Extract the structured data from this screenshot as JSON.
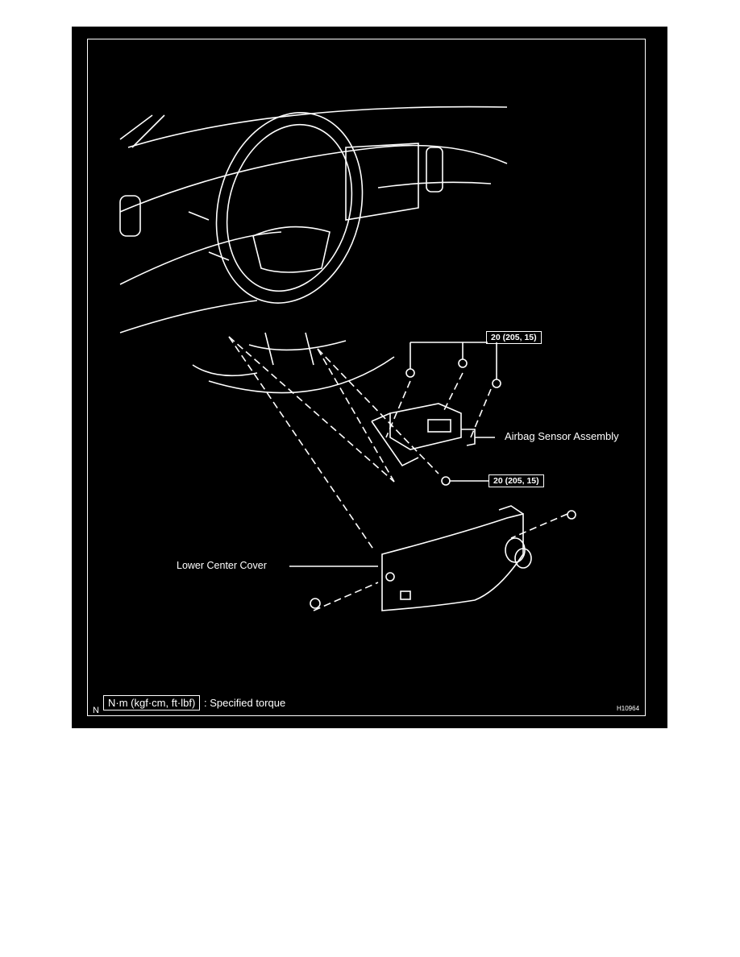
{
  "diagram": {
    "labels": {
      "torque_top": "20 (205, 15)",
      "torque_bottom": "20 (205, 15)",
      "airbag_sensor": "Airbag Sensor Assembly",
      "lower_cover": "Lower Center Cover"
    },
    "legend": {
      "marker": "N",
      "unit_box": "N·m (kgf·cm, ft·lbf)",
      "description": ": Specified torque"
    },
    "figure_id": "H10964",
    "colors": {
      "background": "#000000",
      "line": "#ffffff",
      "page": "#ffffff"
    }
  }
}
